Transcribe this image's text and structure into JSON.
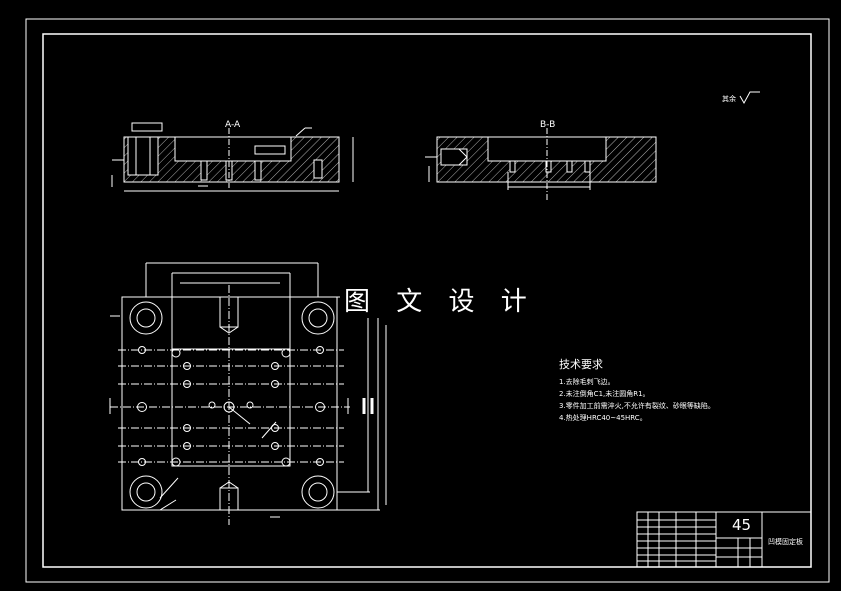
{
  "watermark": "图 文 设 计",
  "roughness_note": "其余",
  "section_a": "A-A",
  "section_b": "B-B",
  "tech_req": {
    "title": "技术要求",
    "items": [
      "1.去除毛刺飞边。",
      "2.未注倒角C1,未注圆角R1。",
      "3.零件加工前需淬火,不允许有裂纹、砂眼等缺陷。",
      "4.热处理HRC40~45HRC。"
    ]
  },
  "title_block": {
    "material": "45",
    "part_name": "凹模固定板"
  },
  "colors": {
    "background": "#000000",
    "line": "#ffffff"
  }
}
